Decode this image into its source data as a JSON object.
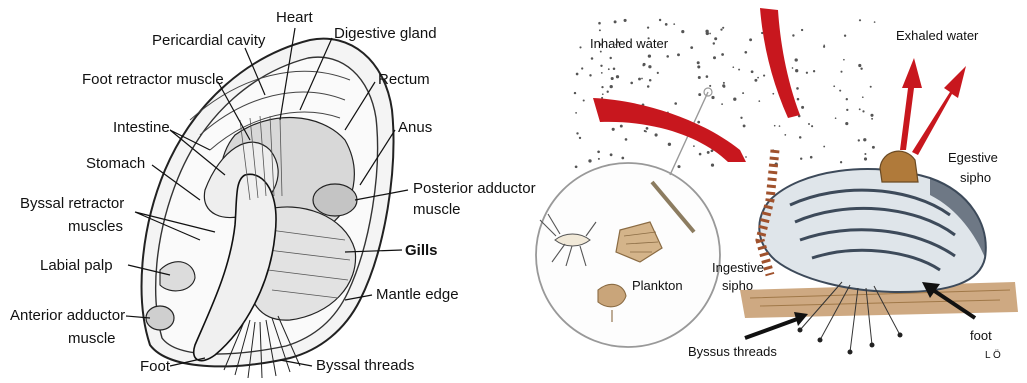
{
  "left_diagram": {
    "labels": {
      "heart": "Heart",
      "pericardial_cavity": "Pericardial cavity",
      "digestive_gland": "Digestive gland",
      "foot_retractor_muscle": "Foot retractor muscle",
      "rectum": "Rectum",
      "intestine": "Intestine",
      "anus": "Anus",
      "stomach": "Stomach",
      "posterior_adductor_line1": "Posterior adductor",
      "posterior_adductor_line2": "muscle",
      "byssal_retractor_line1": "Byssal retractor",
      "byssal_retractor_line2": "muscles",
      "gills": "Gills",
      "labial_palp": "Labial palp",
      "mantle_edge": "Mantle edge",
      "anterior_adductor_line1": "Anterior adductor",
      "anterior_adductor_line2": "muscle",
      "foot": "Foot",
      "byssal_threads": "Byssal threads"
    }
  },
  "right_diagram": {
    "labels": {
      "inhaled_water": "Inhaled water",
      "exhaled_water": "Exhaled water",
      "egestive_line1": "Egestive",
      "egestive_line2": "sipho",
      "ingestive_line1": "Ingestive",
      "ingestive_line2": "sipho",
      "plankton": "Plankton",
      "byssus_threads": "Byssus threads",
      "foot": "foot",
      "signature": "L Ö"
    },
    "colors": {
      "water_arrow": "#c8171e",
      "shell_light": "#dfe5ea",
      "shell_dark": "#3d4a5a",
      "siphon_fringe": "#a0522d",
      "substrate": "#c9a074"
    }
  }
}
